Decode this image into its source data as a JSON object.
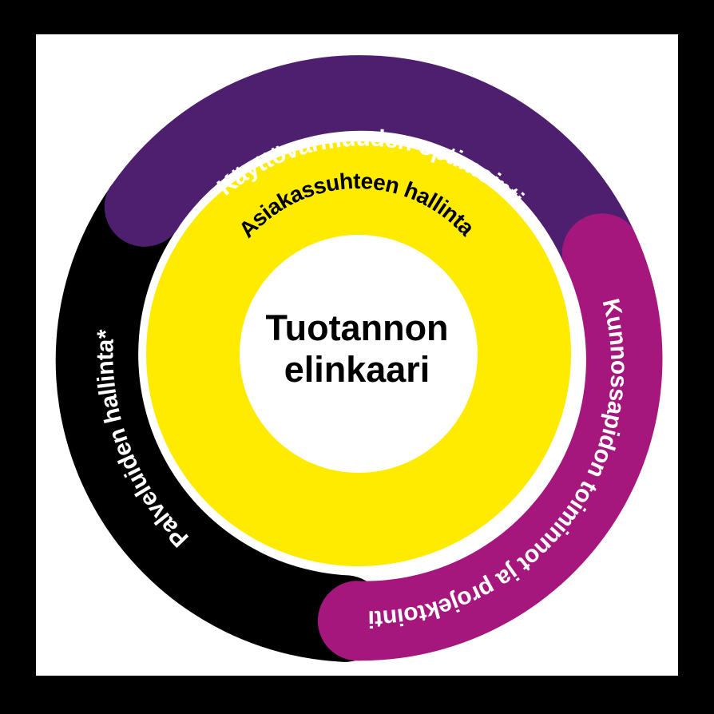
{
  "center": {
    "line1": "Tuotannon",
    "line2": "elinkaari"
  },
  "inner_ring": {
    "label": "Asiakassuhteen hallinta",
    "color": "#ffeb00"
  },
  "outer_segments": [
    {
      "label": "Käyttövarmuuden optimointi",
      "color": "#4e1f6e"
    },
    {
      "label": "Kunnossapidon toiminnot ja projektointi",
      "color": "#a5177c"
    },
    {
      "label": "Palveluiden hallinta*",
      "color": "#000000"
    }
  ]
}
